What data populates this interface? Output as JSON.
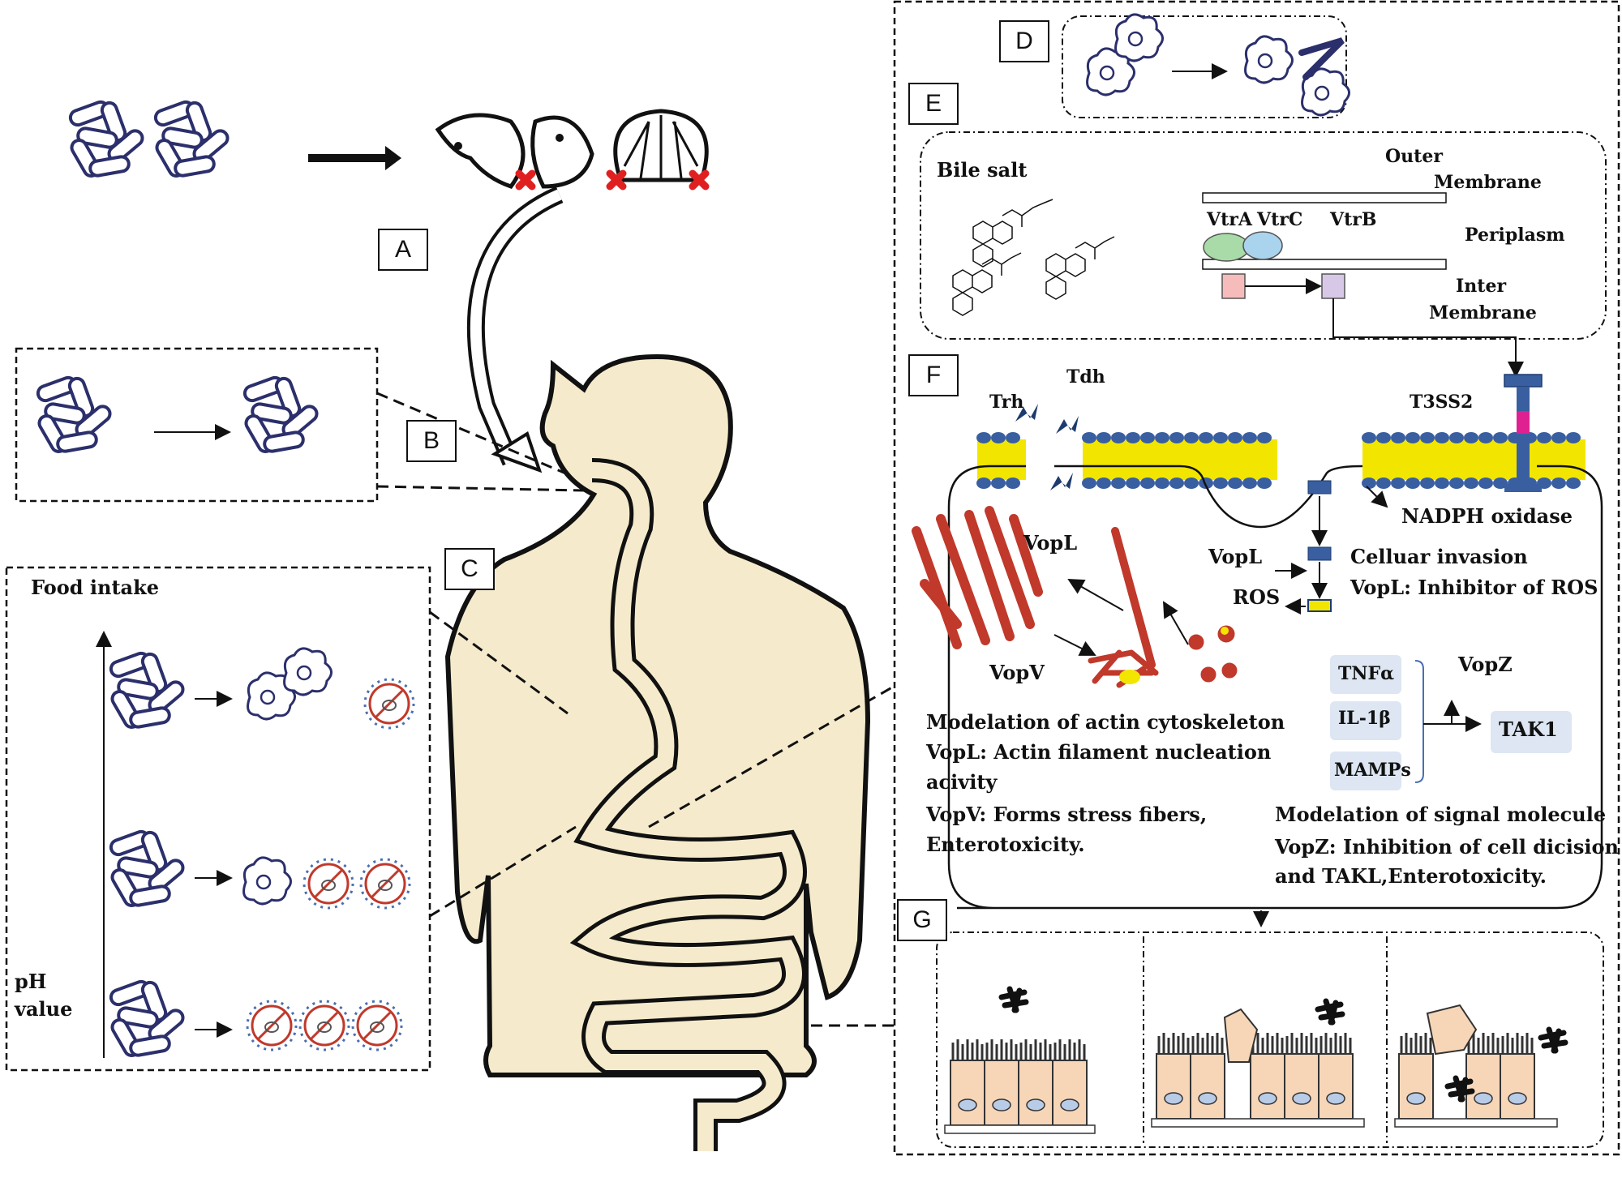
{
  "labels": {
    "a": "A",
    "b": "B",
    "c": "C",
    "d": "D",
    "e": "E",
    "f": "F",
    "g": "G"
  },
  "panel_c": {
    "food_intake": "Food intake",
    "ph_line1": "pH",
    "ph_line2": "value"
  },
  "panel_e": {
    "bile_salt": "Bile salt",
    "outer1": "Outer",
    "outer2": "Membrane",
    "vtra": "VtrA",
    "vtrc": "VtrC",
    "vtrb": "VtrB",
    "periplasm": "Periplasm",
    "inter1": "Inter",
    "inter2": "Membrane"
  },
  "panel_f": {
    "trh": "Trh",
    "tdh": "Tdh",
    "t3ss2": "T3SS2",
    "nadph": "NADPH oxidase",
    "vopl1": "VopL",
    "vopl2": "VopL",
    "ros": "ROS",
    "cellular_invasion": "Celluar invasion",
    "vopl_ros": "VopL: Inhibitor of ROS",
    "vopv": "VopV",
    "tnfa": "TNFα",
    "il1b": "IL-1β",
    "mamps": "MAMPs",
    "vopz": "VopZ",
    "tak1": "TAK1",
    "actin1": "Modelation of actin cytoskeleton",
    "actin2": "VopL: Actin filament nucleation",
    "actin3": "acivity",
    "actin4": "VopV: Forms stress fibers,",
    "actin5": "Enterotoxicity.",
    "sig1": "Modelation of signal molecule",
    "sig2": "VopZ: Inhibition of cell dicision",
    "sig3": "and TAKL,Enterotoxicity."
  },
  "colors": {
    "bacteria": "#2b2f6b",
    "body": "#f5ebcc",
    "membrane_blue": "#3a5fa0",
    "membrane_yellow": "#f2e600",
    "actin": "#c0392b",
    "cell": "#f7d6b8",
    "nucleus": "#b8cce8",
    "vtra": "#a8dba8",
    "vtrc": "#aad4ee",
    "signal_box": "#dde6f2",
    "red_x": "#e02020",
    "pink": "#e02090"
  },
  "icons": [
    "bacteria-cluster-icon",
    "fish-icon",
    "shellfish-icon",
    "red-x-icon",
    "virus-icon",
    "dead-cell-icon",
    "actin-filament-icon",
    "bile-salt-structure-icon",
    "intestinal-cell-icon"
  ]
}
